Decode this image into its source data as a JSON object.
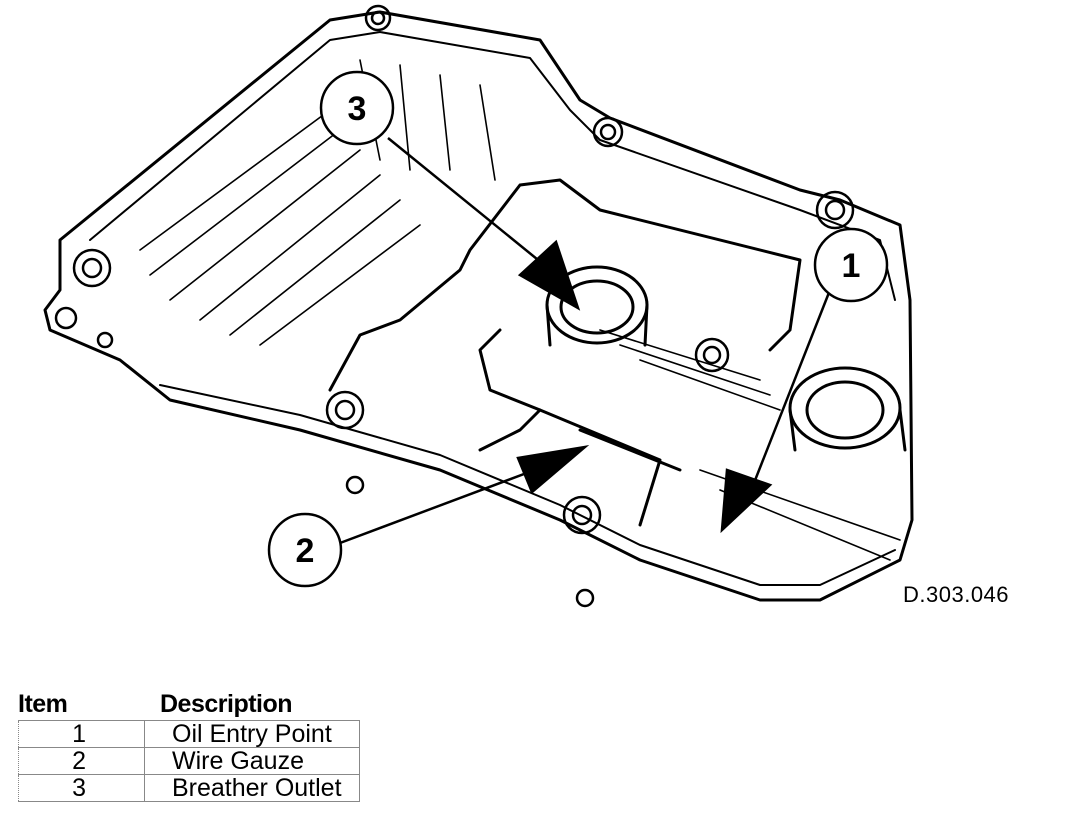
{
  "diagram": {
    "drawing_code": "D.303.046",
    "callouts": [
      {
        "id": "1",
        "label": "1"
      },
      {
        "id": "2",
        "label": "2"
      },
      {
        "id": "3",
        "label": "3"
      }
    ]
  },
  "legend": {
    "header_item": "Item",
    "header_description": "Description",
    "rows": [
      {
        "item": "1",
        "description": "Oil Entry Point"
      },
      {
        "item": "2",
        "description": "Wire Gauze"
      },
      {
        "item": "3",
        "description": "Breather Outlet"
      }
    ]
  }
}
